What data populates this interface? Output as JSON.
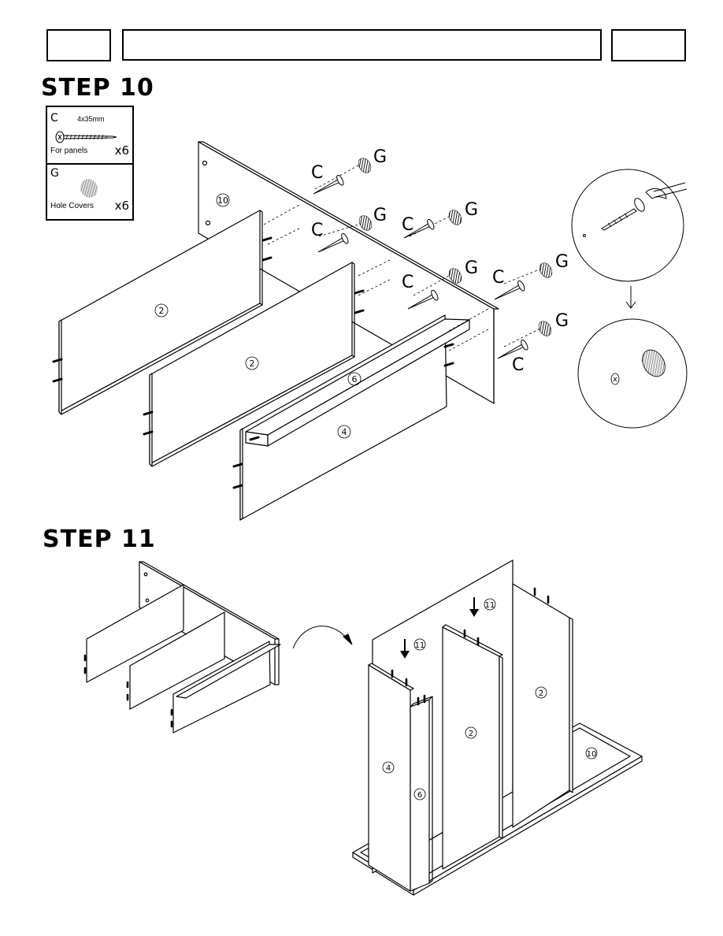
{
  "step10": {
    "title": "STEP 10",
    "parts": [
      {
        "letter": "C",
        "size": "4x35mm",
        "desc": "For panels",
        "qty": "x6",
        "icon": "screw-icon"
      },
      {
        "letter": "G",
        "desc": "Hole Covers",
        "qty": "x6",
        "icon": "hole-cover-icon"
      }
    ],
    "panel_numbers": {
      "side": "10",
      "shelf_a": "2",
      "shelf_b": "2",
      "top": "6",
      "front": "4"
    },
    "hardware_labels": {
      "screw": "C",
      "cover": "G"
    }
  },
  "step11": {
    "title": "STEP 11",
    "panel_numbers": {
      "side": "10",
      "shelf_a": "2",
      "shelf_b": "2",
      "top": "6",
      "front": "4",
      "insert": "11"
    }
  }
}
